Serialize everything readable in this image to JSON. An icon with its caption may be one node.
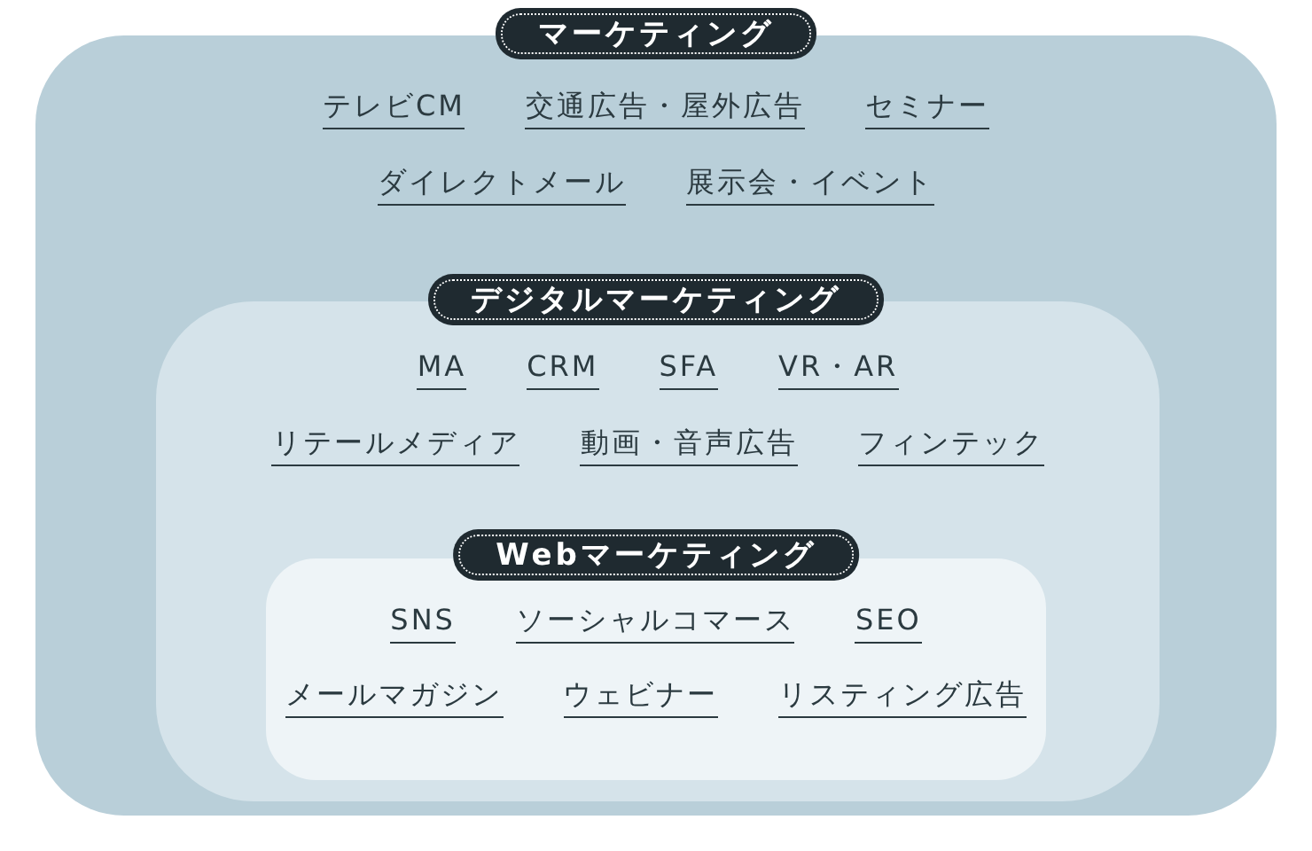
{
  "diagram": {
    "nodes": [
      {
        "text": [
          "マーケティング"
        ]
      },
      {
        "text": [
          "テレビCM",
          "交通広告・屋外広告",
          "セミナー",
          "ダイレクトメール",
          "展示会・イベント"
        ]
      },
      {
        "text": [
          "デジタルマーケティング"
        ],
        "in": 1
      },
      {
        "text": [
          "MA",
          "CRM",
          "SFA",
          "VR・AR",
          "リテールメディア",
          "動画・音声広告",
          "フィンテック"
        ],
        "in": 1
      },
      {
        "text": [
          "Webマーケティング"
        ],
        "in": 3
      },
      {
        "text": [
          "SNS",
          "ソーシャルコマース",
          "SEO",
          "メールマガジン",
          "ウェビナー",
          "リスティング広告"
        ],
        "in": 3
      }
    ]
  }
}
